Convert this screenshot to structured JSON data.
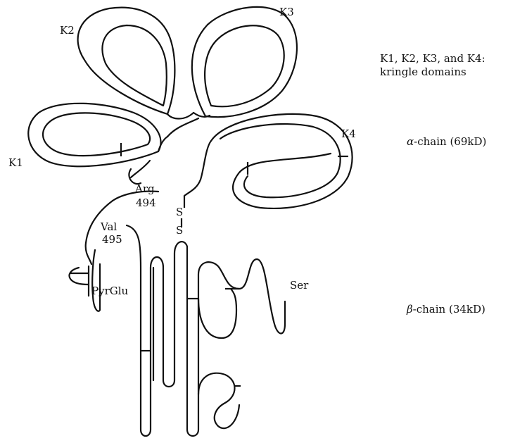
{
  "domains": {
    "k1": "K1",
    "k2": "K2",
    "k3": "K3",
    "k4": "K4"
  },
  "residues": {
    "arg": "Arg",
    "arg_num": "494",
    "val": "Val",
    "val_num": "495",
    "pyrglu": "PyrGlu",
    "ser": "Ser",
    "disulfide_top": "S",
    "disulfide_bottom": "S"
  },
  "legend": {
    "kringle_line1": "K1, K2, K3, and K4:",
    "kringle_line2": "kringle domains",
    "alpha_symbol": "α",
    "alpha_text": "-chain (69kD)",
    "beta_symbol": "β",
    "beta_text": "-chain (34kD)"
  }
}
